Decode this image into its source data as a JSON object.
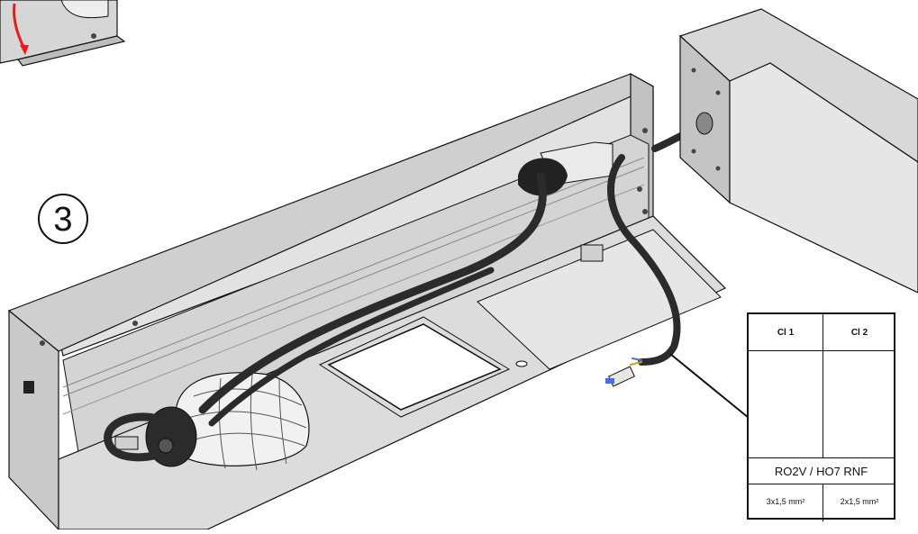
{
  "step": {
    "number": "3"
  },
  "connector_table": {
    "columns": [
      {
        "header": "Cl 1",
        "section": "3x1,5 mm²"
      },
      {
        "header": "Cl 2",
        "section": "2x1,5 mm²"
      }
    ],
    "cable_type": "RO2V / HO7 RNF"
  },
  "colors": {
    "outline": "#111111",
    "metal_light": "#d9d9d9",
    "metal_mid": "#bdbdbd",
    "metal_dark": "#8f8f8f",
    "cable": "#2b2b2b",
    "arrow": "#e0201b",
    "connector_blue": "#4a6fd8"
  }
}
